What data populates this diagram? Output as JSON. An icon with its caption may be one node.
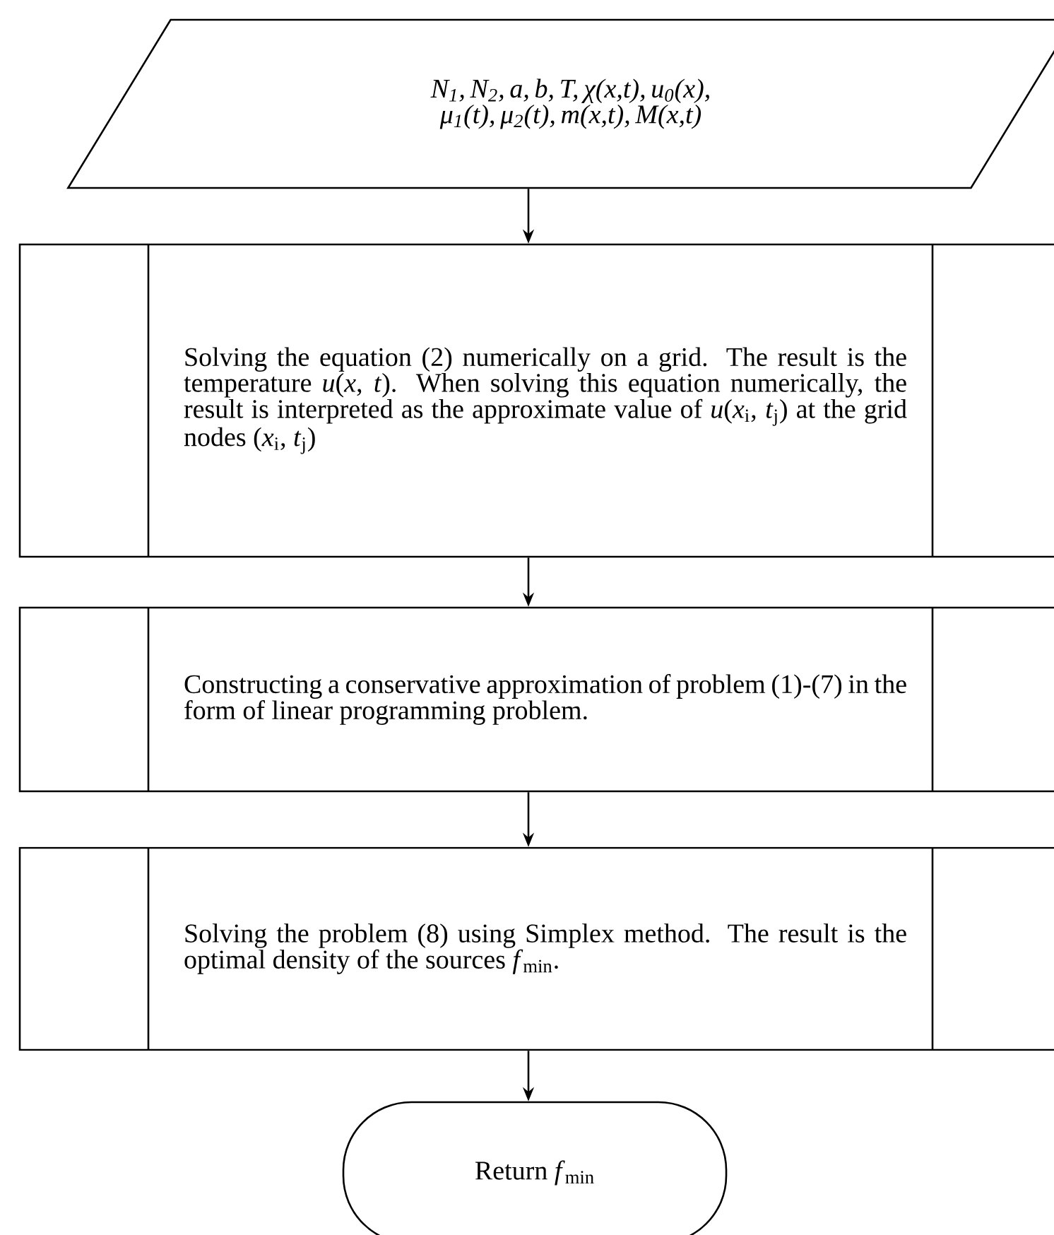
{
  "diagram": {
    "nodes": [
      {
        "text": [
          "N$_{1}$, N$_{2}$, a, b, T, χ(x,t), u$_{0}$(x), μ$_{1}$(t), μ$_{2}$(t), m(x,t), M(x,t)"
        ]
      },
      {
        "text": [
          "Solving the equation (2) numerically on a grid. The result is the temperature *u*(*x*, *t*). When solving this equation numerically, the result is interpreted as the approximate value of *u*(*x*$_{i}$, *t*$_{j}$) at the grid nodes (*x*$_{i}$, *t*$_{j}$)"
        ]
      },
      {
        "text": [
          "Constructing a conservative approximation of problem (1)-(7) in the form of linear programming problem."
        ]
      },
      {
        "text": [
          "Solving the problem (8) using Simplex method. The result is the optimal density of the sources *f*$_{min}$."
        ]
      },
      {
        "text": [
          "Return *f*$_{min}$"
        ]
      }
    ],
    "edges": [
      {
        "from": 0,
        "to": 1,
        "arrow": "to"
      },
      {
        "from": 1,
        "to": 2,
        "arrow": "to"
      },
      {
        "from": 2,
        "to": 3,
        "arrow": "to"
      },
      {
        "from": 3,
        "to": 4,
        "arrow": "to"
      }
    ]
  }
}
